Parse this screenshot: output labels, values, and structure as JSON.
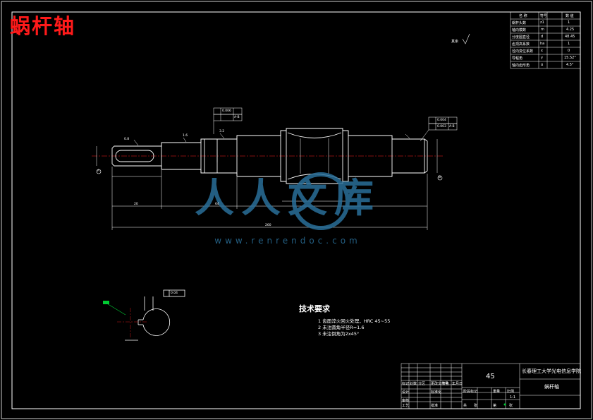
{
  "title": "蜗杆轴",
  "watermark": {
    "brand": "人人文库",
    "url": "www.renrendoc.com",
    "color": "#2a6f99"
  },
  "colors": {
    "line": "#ffffff",
    "background": "#000000",
    "title": "#ff1a1a",
    "center_line": "#ff2020",
    "leader": "#00cc33"
  },
  "roughness_note": "其余",
  "params_table": {
    "headers": [
      "名  称",
      "符号",
      "数  值"
    ],
    "rows": [
      [
        "蜗杆头数",
        "z1",
        "1"
      ],
      [
        "轴向模数",
        "m",
        "4.25"
      ],
      [
        "分度圆直径",
        "d",
        "48.45"
      ],
      [
        "齿顶高系数",
        "ha",
        "1"
      ],
      [
        "径向变位系数",
        "x",
        "0"
      ],
      [
        "导程角",
        "γ",
        "15.52°"
      ],
      [
        "轴向齿形角",
        "α",
        "4.5°"
      ]
    ]
  },
  "tolerance_frames": [
    {
      "label": "0.006",
      "ref": "A-B"
    },
    {
      "label": "0.004",
      "ref": ""
    },
    {
      "label": "0.003",
      "ref": "A-B"
    },
    {
      "label": "0.04",
      "ref": ""
    }
  ],
  "dimensions": [
    "20",
    "64",
    "260",
    "0.8",
    "1.6",
    "3.2",
    "A",
    "B"
  ],
  "tech_requirements": {
    "heading": "技术要求",
    "items": [
      "1 齿面淬火回火处理，HRC 45~55",
      "2 未注圆角半径R=1.6",
      "3 未注倒角为2x45°"
    ]
  },
  "title_block": {
    "part_name": "蜗杆轴",
    "school": "长春理工大学光电信息学院",
    "material": "45",
    "scale": "1:1",
    "row_labels": [
      "标记",
      "处数",
      "分区",
      "更改文件号",
      "签名",
      "年月日"
    ],
    "labels_b": [
      "设计",
      "标准化",
      "阶段标记",
      "重量",
      "比例"
    ],
    "labels_c": [
      "审核",
      "工艺",
      "批准",
      "共",
      "张",
      "第",
      "张"
    ]
  }
}
